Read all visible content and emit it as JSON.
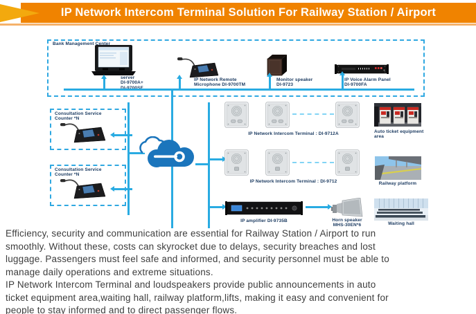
{
  "title": "IP Network Intercom Terminal Solution For Railway Station / Airport",
  "colors": {
    "banner_orange": "#F08300",
    "banner_arrow_gold": "#F3A90E",
    "network_line_blue": "#29ABE2",
    "cloud_blue": "#1B75BC",
    "label_navy": "#17375E",
    "body_text_gray": "#3D3D3D"
  },
  "bank_center": {
    "label": "Bank Management Center",
    "server_label": "server\nDI-9700A+\nDI-9700SF",
    "remote_mic_label": "IP Network Remote\nMicrophone DI-9700TM",
    "monitor_speaker_label": "Monitor speaker\nDI-9723",
    "alarm_panel_label": "IP Voice Alarm Panel\nDI-9700FA"
  },
  "consultation": {
    "counter1_label": "Consultation Service\nCounter *N",
    "counter2_label": "Consultation Service\nCounter *N"
  },
  "terminals": {
    "row1_label": "IP Network Intercom Terminal : DI-9712A",
    "row2_label": "IP Network Intercom Terminal : DI-9712"
  },
  "locations": {
    "auto_ticket_label": "Auto ticket equipment\narea",
    "platform_label": "Railway platform",
    "waiting_hall_label": "Waiting hall"
  },
  "bottom_row": {
    "amplifier_label": "IP amplifier DI-9735B",
    "horn_speaker_label": "Horn speaker\nMHS-30EN*6"
  },
  "icons": {
    "network-cloud-icon": "blue cloud with node link",
    "server-icon": "rack server terminal with screen",
    "remote-microphone-icon": "desktop gooseneck paging microphone",
    "monitor-speaker-icon": "cube monitor speaker",
    "alarm-panel-icon": "1U rack voice alarm panel",
    "intercom-terminal-icon": "wall intercom panel with round grille",
    "amplifier-icon": "1U rack IP amplifier",
    "horn-speaker-icon": "outdoor horn loudspeaker"
  },
  "paragraphs": [
    "Efficiency, security and communication are essential for Railway Station / Airport to run\nsmoothly. Without these, costs can skyrocket due to delays, security breaches and lost\nluggage. Passengers must feel safe and informed, and security personnel must be able to\nmanage daily operations and extreme situations.",
    "IP Network Intercom Terminal and loudspeakers provide public announcements in auto\nticket equipment area,waiting hall, railway platform,lifts, making it easy and convenient for\npeople to stay informed and to direct passenger flows."
  ]
}
